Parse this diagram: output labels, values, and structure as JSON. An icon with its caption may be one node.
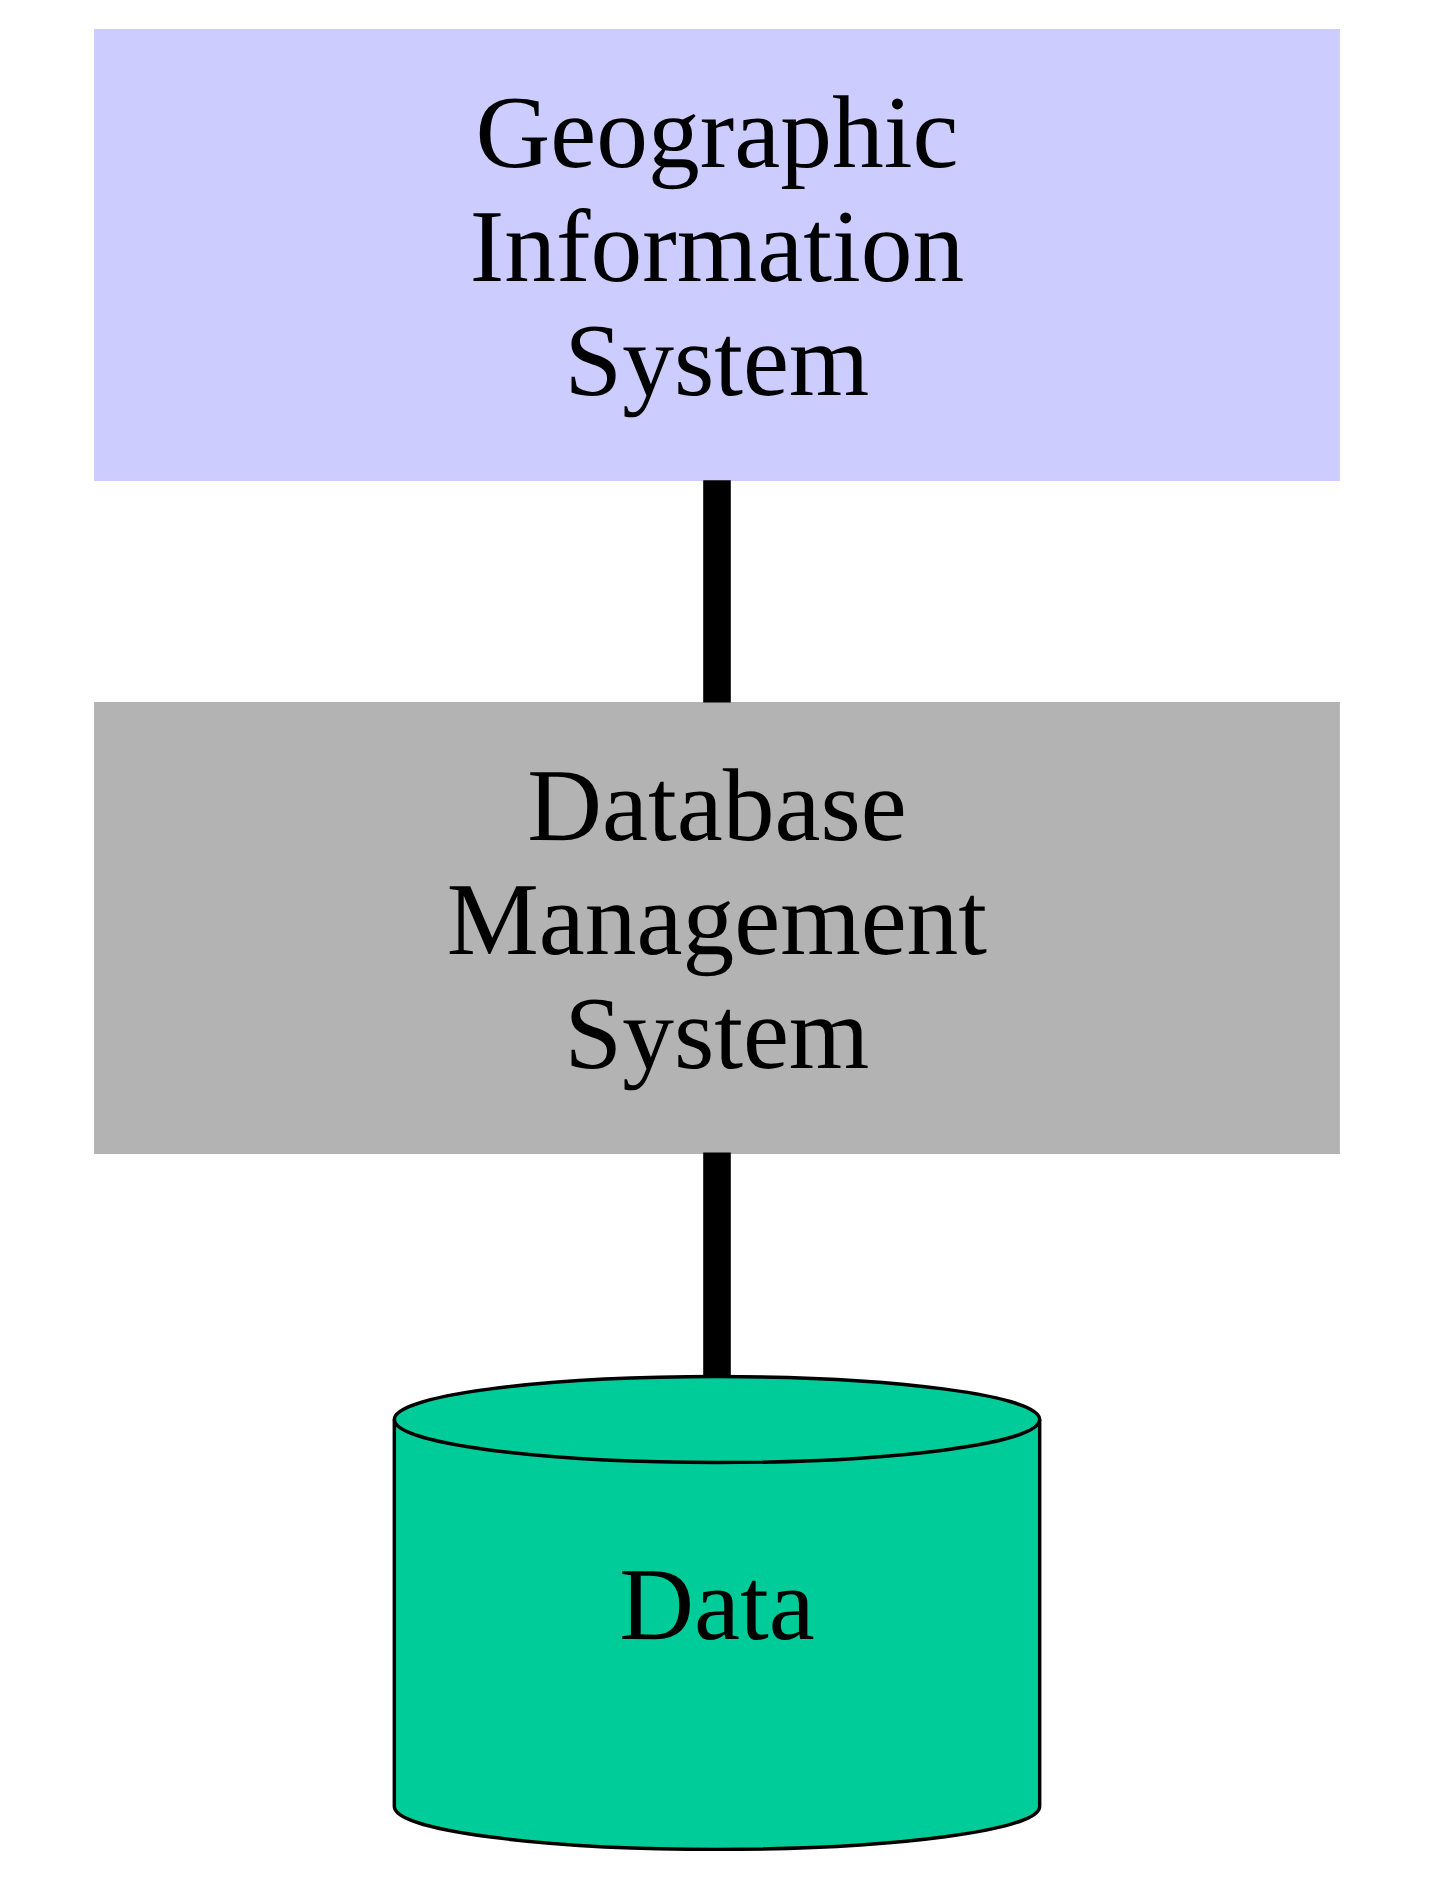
{
  "diagram": {
    "nodes": [
      {
        "text": [
          "Geographic Information System"
        ]
      },
      {
        "text": [
          "Database Management System"
        ]
      },
      {
        "text": [
          "Data"
        ]
      }
    ],
    "edges": [
      {
        "from": 0,
        "to": 1,
        "arrow": "none"
      },
      {
        "from": 1,
        "to": 2,
        "arrow": "none"
      }
    ]
  }
}
